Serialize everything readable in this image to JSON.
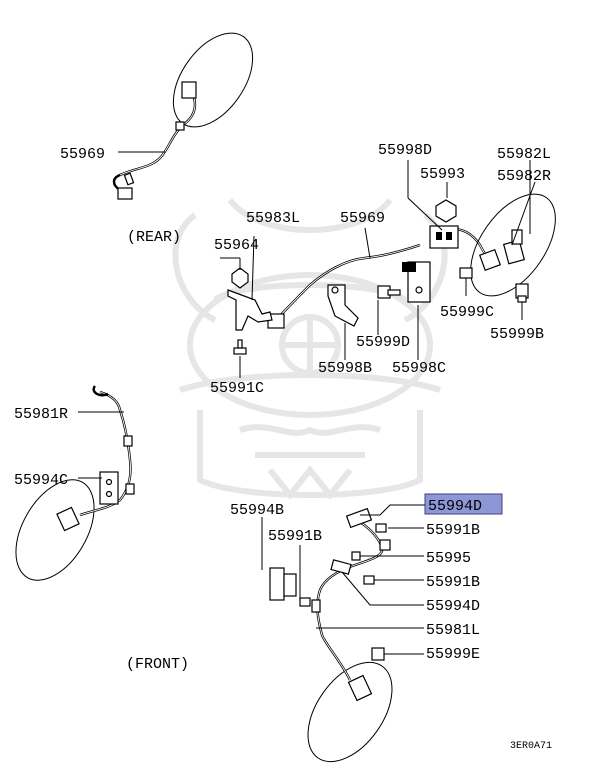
{
  "labels": {
    "p55969_top": "55969",
    "rear": "(REAR)",
    "p55983L": "55983L",
    "p55964": "55964",
    "p55969_mid": "55969",
    "p55998D": "55998D",
    "p55993": "55993",
    "p55982L": "55982L",
    "p55982R": "55982R",
    "p55999C": "55999C",
    "p55999B": "55999B",
    "p55999D": "55999D",
    "p55998B": "55998B",
    "p55998C": "55998C",
    "p55991C": "55991C",
    "p55981R": "55981R",
    "p55994C": "55994C",
    "p55994B": "55994B",
    "p55991B_a": "55991B",
    "p55994D_hl": "55994D",
    "p55991B_b": "55991B",
    "p55995": "55995",
    "p55991B_c": "55991B",
    "p55994D": "55994D",
    "p55981L": "55981L",
    "p55999E": "55999E",
    "front": "(FRONT)",
    "diagram_code": "3ER0A71"
  },
  "colors": {
    "highlight_fill": "#8e97d6",
    "highlight_border": "#3a3f8a",
    "ink": "#000000",
    "watermark": "#e6e6e6"
  },
  "icons": {
    "watermark": "samurai-helmet-watermark-icon"
  }
}
